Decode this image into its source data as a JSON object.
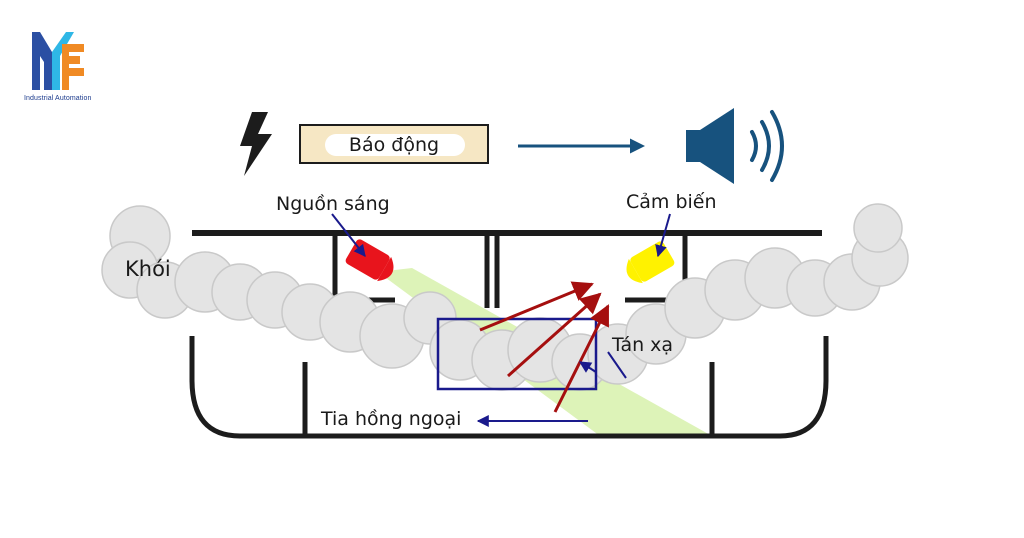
{
  "logo": {
    "tagline": "Industrial Automation",
    "colors": {
      "blue": "#2b4fa3",
      "orange": "#f08a24",
      "cyan": "#2fb7e6"
    }
  },
  "alarm": {
    "label": "Báo động"
  },
  "labels": {
    "light_source": "Nguồn sáng",
    "sensor": "Cảm biến",
    "smoke": "Khói",
    "scatter": "Tán xạ",
    "infrared": "Tia hồng ngoại"
  },
  "icons": {
    "lightning": "lightning-icon",
    "speaker": "speaker-icon",
    "sound_waves": "sound-waves-icon"
  },
  "colors": {
    "frame": "#1c1c1c",
    "arrow_dark_blue": "#17527e",
    "light_source": "#e8141c",
    "sensor": "#fff200",
    "beam": "#d9f2b0",
    "smoke": "#e6e6e6",
    "scatter_arrow": "#a50f0f",
    "pointer": "#1a1a8c",
    "alarm_box": "#f6e7c4"
  }
}
